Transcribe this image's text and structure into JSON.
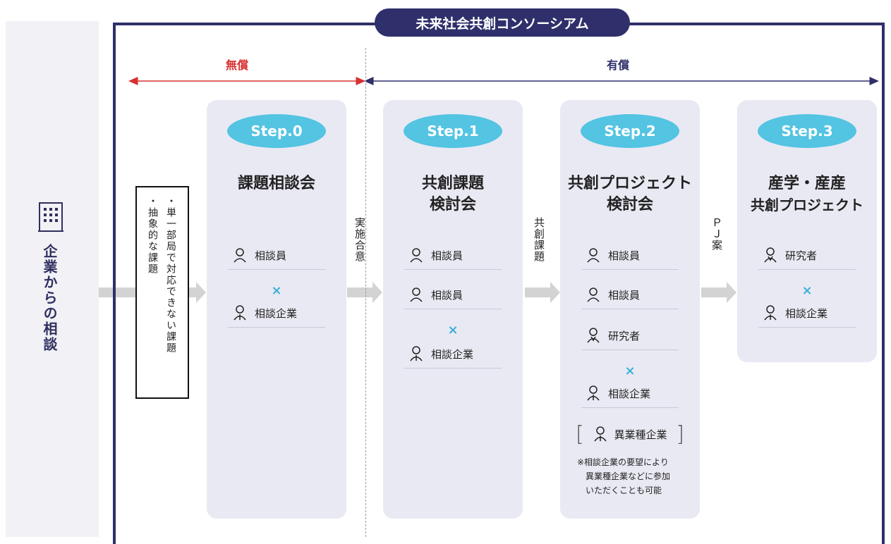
{
  "left_label": "企業からの相談",
  "consortium_title": "未来社会共創コンソーシアム",
  "free_label": "無償",
  "paid_label": "有償",
  "issues": [
    "・単一部局で対応できない課題",
    "・抽象的な課題"
  ],
  "arrow_labels": {
    "after_step0": "実施合意",
    "after_step1": "共創課題",
    "after_step2": "ＰＪ案"
  },
  "steps": [
    {
      "pill": "Step.0",
      "title_lines": [
        "課題相談会"
      ],
      "roles": [
        "相談員",
        "相談企業"
      ]
    },
    {
      "pill": "Step.1",
      "title_lines": [
        "共創課題",
        "検討会"
      ],
      "roles": [
        "相談員",
        "相談員",
        "相談企業"
      ]
    },
    {
      "pill": "Step.2",
      "title_lines": [
        "共創プロジェクト",
        "検討会"
      ],
      "roles": [
        "相談員",
        "相談員",
        "研究者",
        "相談企業"
      ],
      "optional_role": "異業種企業",
      "note": [
        "※相談企業の要望により",
        "　異業種企業などに参加",
        "　いただくことも可能"
      ]
    },
    {
      "pill": "Step.3",
      "title_lines": [
        "産学・産産",
        "共創プロジェクト"
      ],
      "roles": [
        "研究者",
        "相談企業"
      ]
    }
  ],
  "times_symbol": "×",
  "colors": {
    "navy": "#2f2f6b",
    "red": "#d93030",
    "pill": "#53c4e2",
    "card": "#e9e9f3",
    "arrow": "#d3d3d3"
  }
}
